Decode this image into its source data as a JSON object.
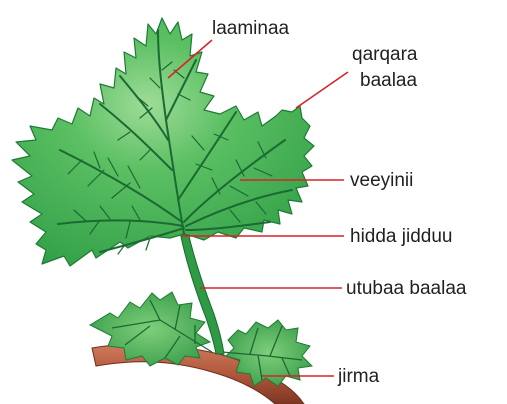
{
  "diagram": {
    "labels": {
      "lamina": "laaminaa",
      "margin_line1": "qarqara",
      "margin_line2": "baalaa",
      "veins": "veeyinii",
      "midrib": "hidda jidduu",
      "petiole": "utubaa baalaa",
      "stem": "jirma"
    },
    "colors": {
      "leaf": "#34ad4c",
      "leaf_highlight": "#8fd68a",
      "leaf_edge": "#1f7a36",
      "vein": "#1b6a33",
      "branch": "#b0573c",
      "leader_line": "#d7232a",
      "label_text": "#231f20"
    }
  }
}
